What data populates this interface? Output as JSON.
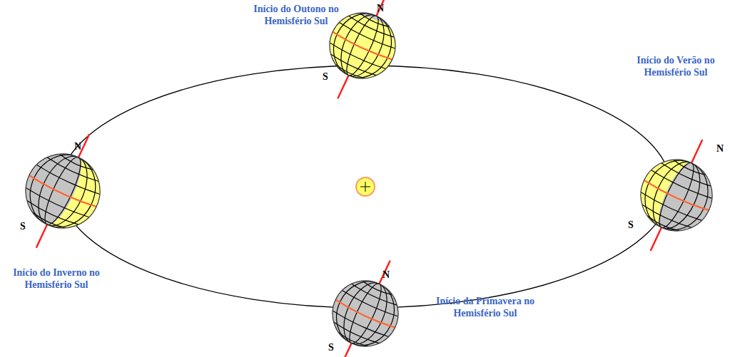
{
  "diagram": {
    "labels": [
      "Início do Outono no Hemisfério Sul",
      "N",
      "S",
      "Início do Verão no Hemisfério Sul",
      "N",
      "S",
      "N",
      "S",
      "Início do Inverno no Hemisfério Sul",
      "N",
      "S",
      "Início da Primavera no Hemisfério Sul"
    ]
  }
}
